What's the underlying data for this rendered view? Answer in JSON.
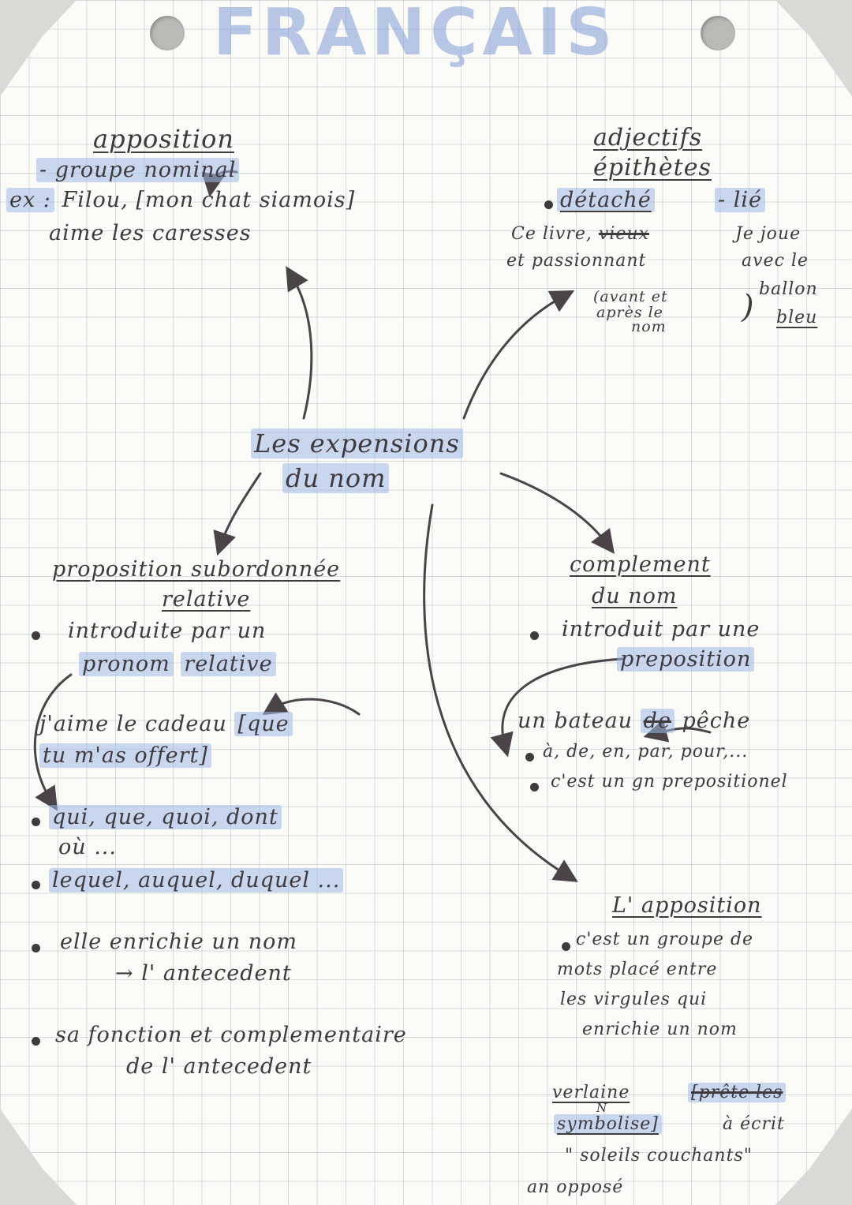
{
  "title": "FRANÇAIS",
  "center": {
    "line1": "Les expensions",
    "line2": "du nom"
  },
  "apposition_block": {
    "heading": "apposition",
    "item": "- groupe nominal",
    "example_prefix": "ex :",
    "example_name": "Filou,",
    "example_bracket": "[mon chat siamois]",
    "example_end": "aime les caresses"
  },
  "adjectifs_block": {
    "heading_line1": "adjectifs",
    "heading_line2": "épithètes",
    "detache_label": "détaché",
    "lie_label": "- lié",
    "detache_ex_line1_a": "Ce livre,",
    "detache_ex_line1_strike": "vieux",
    "detache_ex_line2": "et passionnant",
    "lie_ex_line1": "Je joue",
    "lie_ex_line2": "avec le",
    "lie_ex_line3": "ballon",
    "lie_ex_line4": "bleu",
    "note_line1": "(avant et",
    "note_line2": "après le",
    "note_line3": "nom",
    "note_close": ")"
  },
  "relative_block": {
    "heading_line1": "proposition subordonnée",
    "heading_line2": "relative",
    "point1_line1": "introduite par un",
    "point1_line2a": "pronom",
    "point1_line2b": "relative",
    "example_line1a": "j'aime le cadeau",
    "example_line1b": "[que",
    "example_line2": "tu m'as offert]",
    "list1_line1": "qui, que, quoi, dont",
    "list1_line2": "où ...",
    "list2": "lequel, auquel, duquel ...",
    "point2_line1": "elle enrichie un nom",
    "point2_line2": "→ l' antecedent",
    "point3_line1": "sa fonction et complementaire",
    "point3_line2": "de l' antecedent"
  },
  "complement_block": {
    "heading_line1": "complement",
    "heading_line2": "du nom",
    "point1_line1": "introduit par une",
    "point1_line2": "preposition",
    "example_a": "un bateau",
    "example_strike": "de",
    "example_b": "pêche",
    "list1": "à, de, en, par, pour,...",
    "list2": "c'est un gn prepositionel"
  },
  "apposition2_block": {
    "heading": "L' apposition",
    "line1": "c'est un groupe de",
    "line2": "mots placé entre",
    "line3": "les virgules qui",
    "line4": "enrichie un nom",
    "ex_name": "verlaine",
    "ex_bracket_strike": "[prête les",
    "ex_symb": "symbolise]",
    "ex_n": "N",
    "ex_line2": "à écrit",
    "ex_line3": "\" soleils couchants\"",
    "ex_line4": "an opposé"
  },
  "colors": {
    "ink": "#3e3a3e",
    "highlight": "#a0b9e6",
    "title": "#829bd7"
  }
}
